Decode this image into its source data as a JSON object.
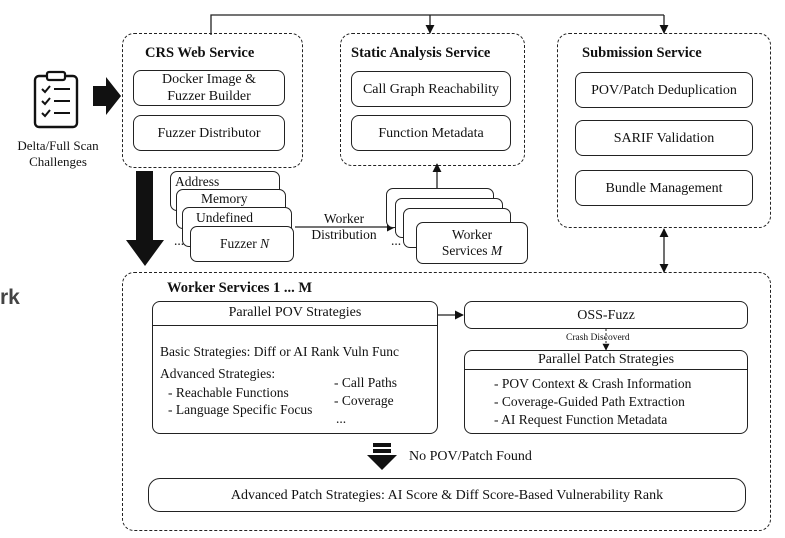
{
  "input": {
    "label_line1": "Delta/Full Scan",
    "label_line2": "Challenges"
  },
  "crs": {
    "title": "CRS Web Service",
    "builder_line1": "Docker Image &",
    "builder_line2": "Fuzzer  Builder",
    "distributor": "Fuzzer Distributor"
  },
  "static": {
    "title": "Static Analysis Service",
    "callgraph": "Call Graph Reachability",
    "metadata": "Function Metadata"
  },
  "submission": {
    "title": "Submission Service",
    "dedup": "POV/Patch Deduplication",
    "sarif": "SARIF Validation",
    "bundle": "Bundle Management"
  },
  "fuzzers": {
    "address": "Address",
    "memory": "Memory",
    "undefined": "Undefined",
    "fuzzer_n_prefix": "Fuzzer ",
    "fuzzer_n_var": "N",
    "ellipsis": "..."
  },
  "distribution": {
    "line1": "Worker",
    "line2": "Distribution"
  },
  "workers_stack": {
    "line1": "Worker",
    "line2_prefix": "Services ",
    "line2_var": "M",
    "ellipsis": "..."
  },
  "worker": {
    "title": "Worker Services 1 ... M",
    "pov_title": "Parallel POV Strategies",
    "basic": "Basic Strategies: Diff or AI Rank Vuln Func",
    "advanced": "Advanced Strategies:",
    "adv_items_left": [
      "- Reachable Functions",
      "- Language Specific Focus"
    ],
    "adv_items_right": [
      "- Call Paths",
      "- Coverage",
      "..."
    ],
    "ossfuzz": "OSS-Fuzz",
    "crash": "Crash Discoverd",
    "patch_title": "Parallel Patch Strategies",
    "patch_items": [
      "- POV Context & Crash Information",
      "- Coverage-Guided Path Extraction",
      "- AI Request Function Metadata"
    ],
    "no_found": "No POV/Patch Found",
    "advanced_patch": "Advanced Patch Strategies: AI Score & Diff Score-Based Vulnerability Rank"
  },
  "edge_fragment": "rk"
}
